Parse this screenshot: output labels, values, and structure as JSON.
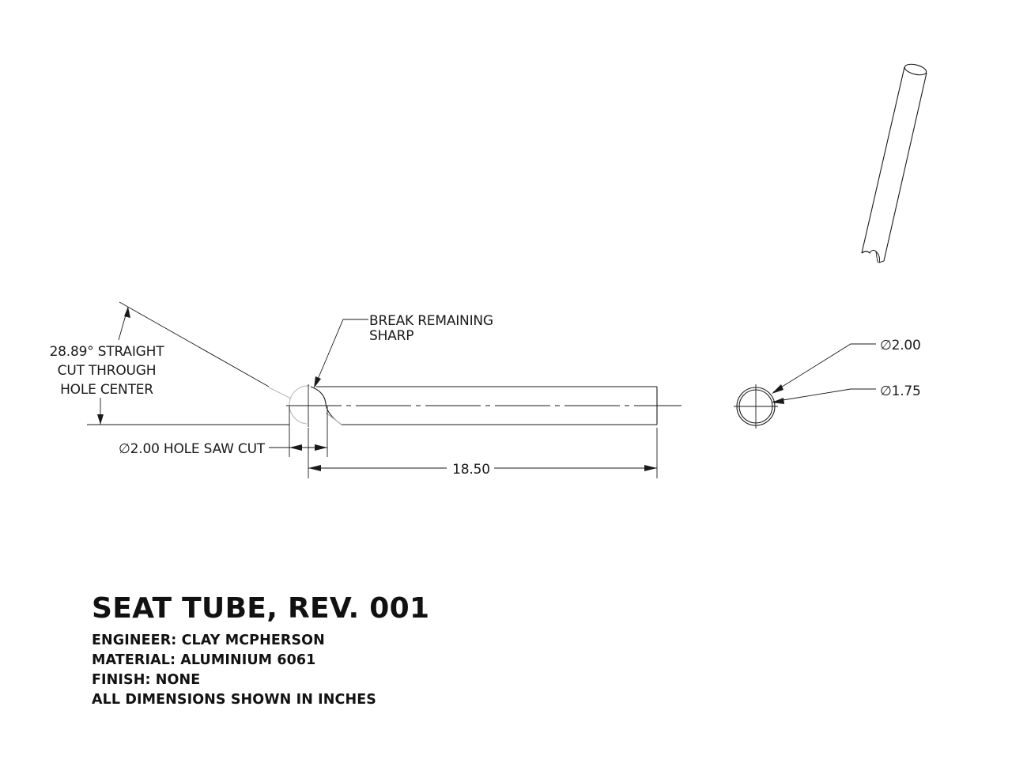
{
  "title_block": {
    "title": "SEAT TUBE, REV. 001",
    "engineer": "ENGINEER: CLAY MCPHERSON",
    "material": "MATERIAL: ALUMINIUM 6061",
    "finish": "FINISH: NONE",
    "units_note": "ALL DIMENSIONS SHOWN IN INCHES"
  },
  "annotations": {
    "angle_note": [
      "28.89° STRAIGHT",
      "CUT THROUGH",
      "HOLE CENTER"
    ],
    "break_note": [
      "BREAK REMAINING",
      "SHARP"
    ],
    "hole_saw_cut": "∅2.00 HOLE SAW CUT",
    "length": "18.50",
    "outer_diameter": "∅2.00",
    "inner_diameter": "∅1.75"
  }
}
